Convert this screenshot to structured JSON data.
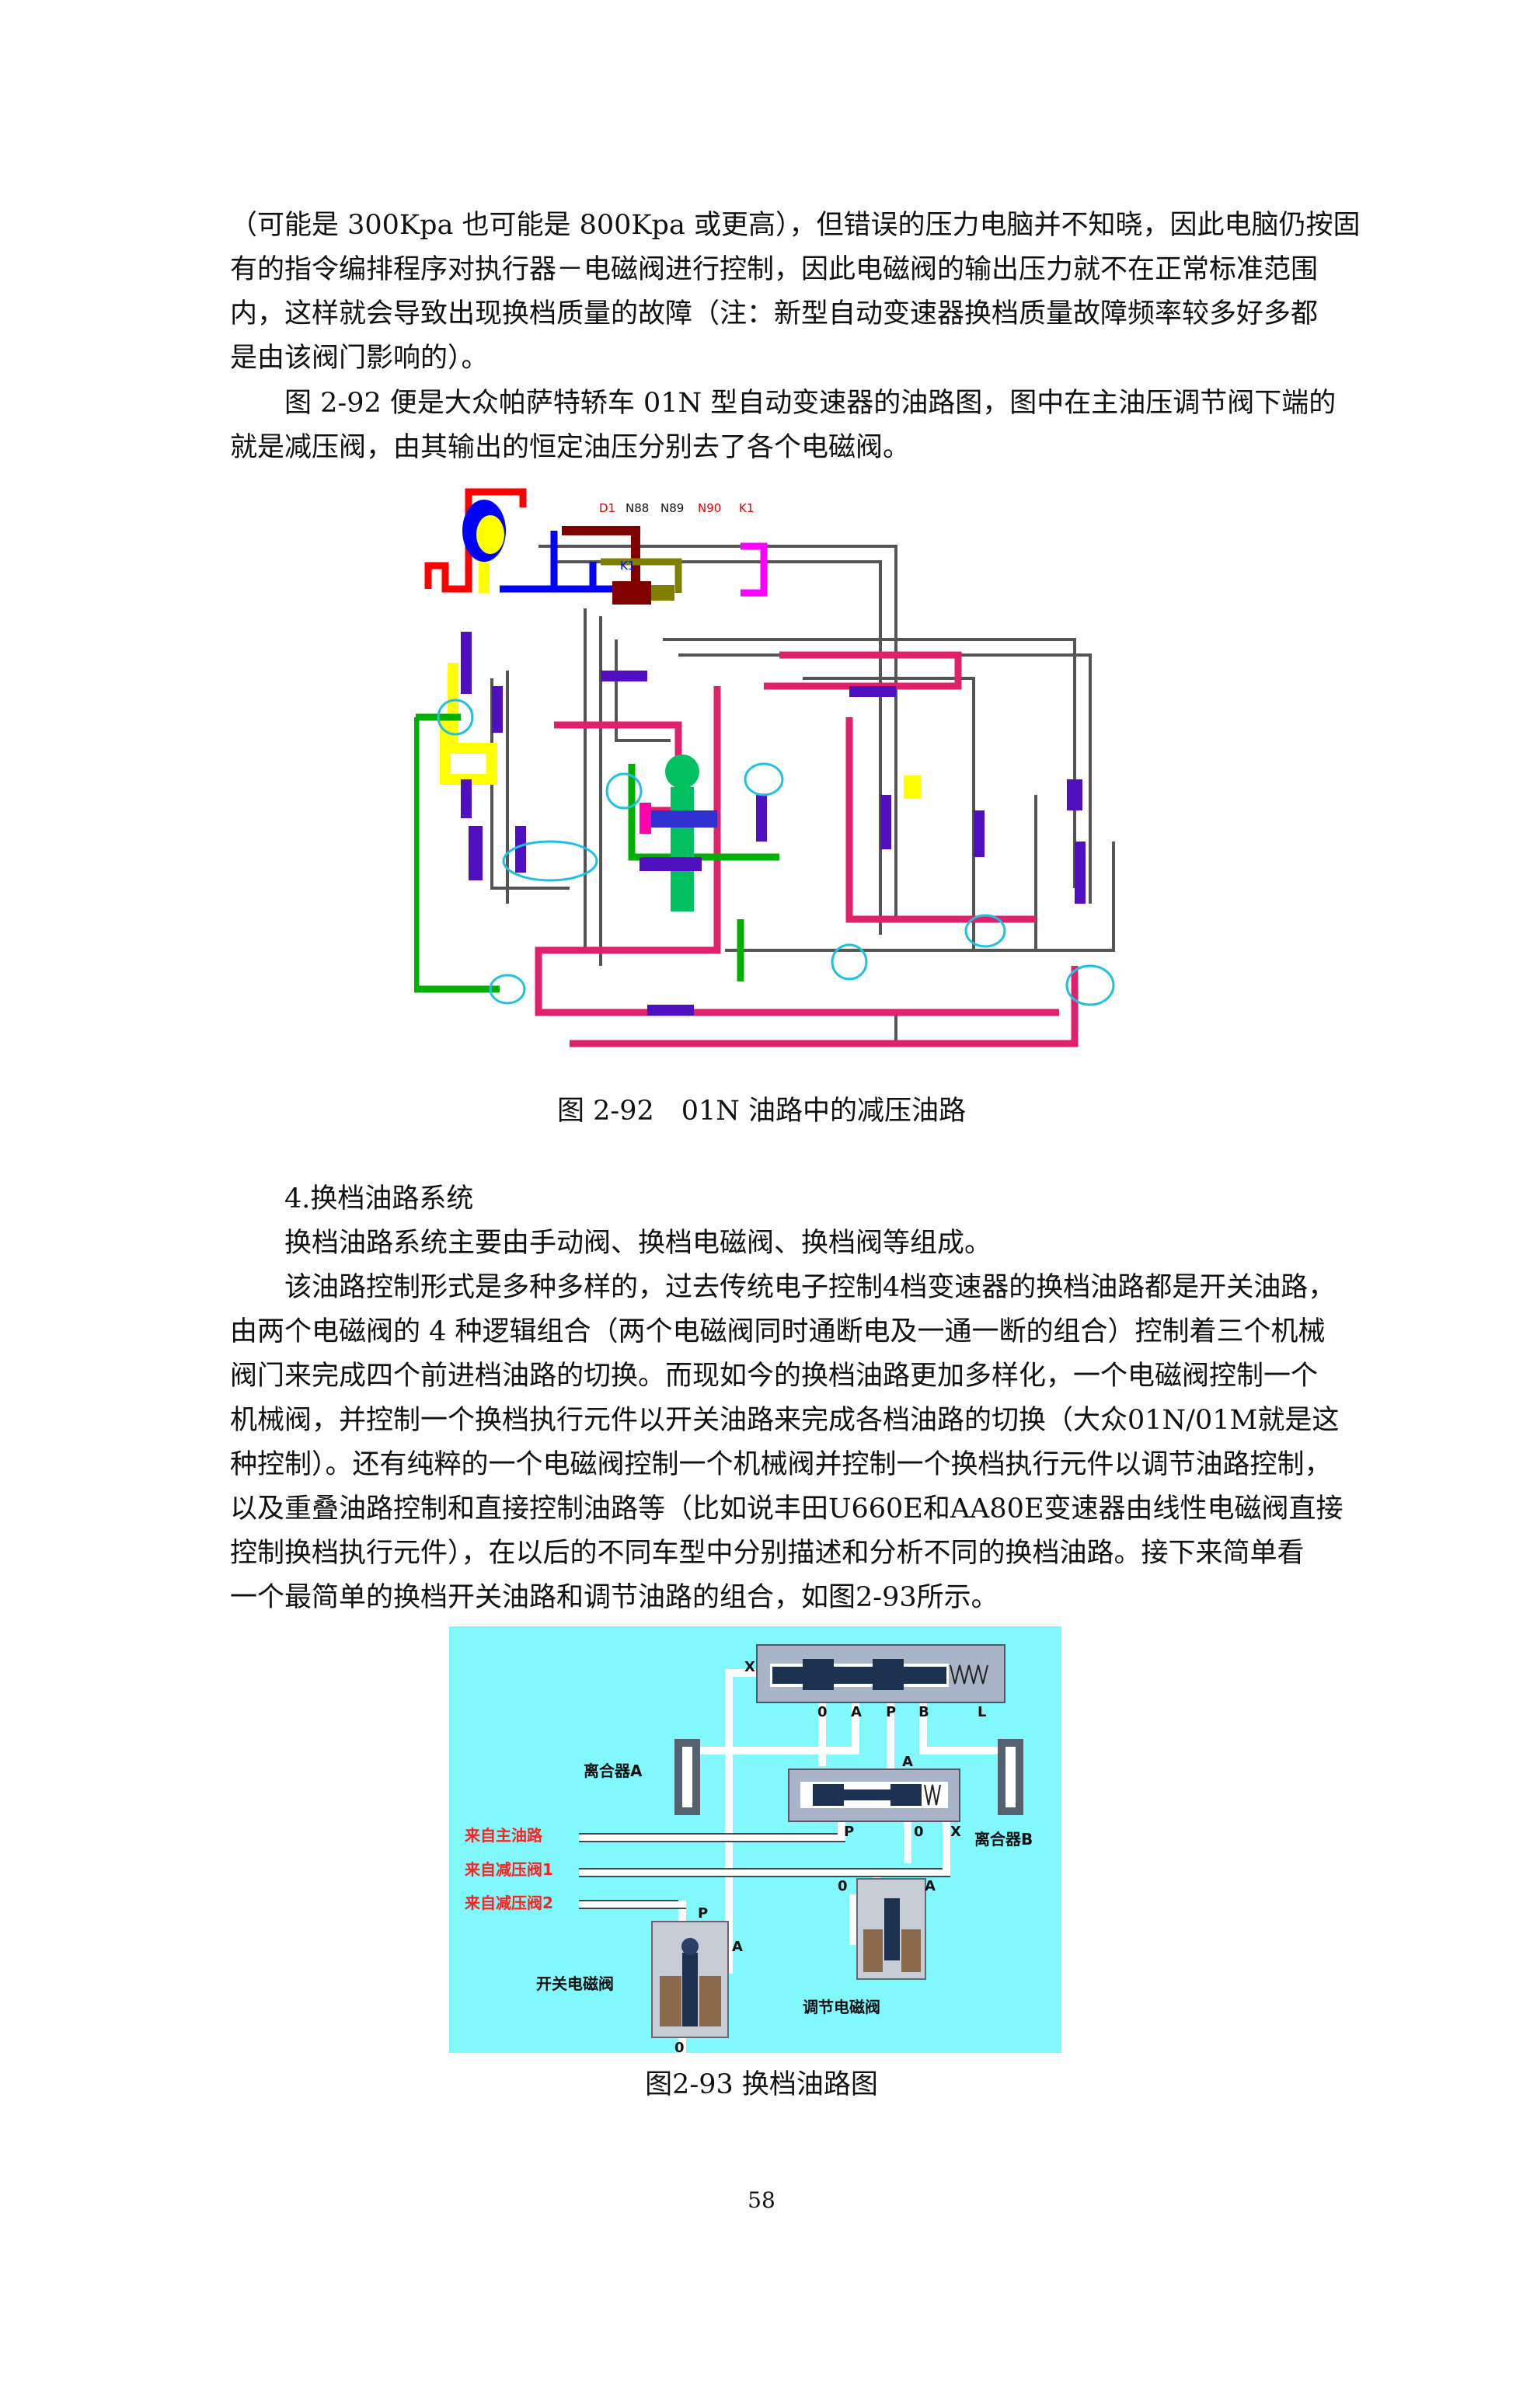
{
  "paragraph1": {
    "lines": [
      "（可能是 300Kpa 也可能是 800Kpa 或更高），但错误的压力电脑并不知晓，因此电脑仍按固",
      "有的指令编排程序对执行器－电磁阀进行控制，因此电磁阀的输出压力就不在正常标准范围",
      "内，这样就会导致出现换档质量的故障（注：新型自动变速器换档质量故障频率较多好多都",
      "是由该阀门影响的）。"
    ]
  },
  "paragraph2": {
    "lines": [
      "图 2-92 便是大众帕萨特轿车 01N 型自动变速器的油路图，图中在主油压调节阀下端的",
      "就是减压阀，由其输出的恒定油压分别去了各个电磁阀。"
    ]
  },
  "figure1": {
    "labels": [
      "D1",
      "N88",
      "N89",
      "N90",
      "K1"
    ],
    "inner_label": "K1",
    "caption": "图 2-92　01N 油路中的减压油路"
  },
  "section": {
    "heading": "4.换档油路系统",
    "paragraph1": "换档油路系统主要由手动阀、换档电磁阀、换档阀等组成。",
    "paragraph2_lines": [
      "该油路控制形式是多种多样的，过去传统电子控制4档变速器的换档油路都是开关油路，",
      "由两个电磁阀的 4 种逻辑组合（两个电磁阀同时通断电及一通一断的组合）控制着三个机械",
      "阀门来完成四个前进档油路的切换。而现如今的换档油路更加多样化，一个电磁阀控制一个",
      "机械阀，并控制一个换档执行元件以开关油路来完成各档油路的切换（大众01N/01M就是这",
      "种控制）。还有纯粹的一个电磁阀控制一个机械阀并控制一个换档执行元件以调节油路控制，",
      "以及重叠油路控制和直接控制油路等（比如说丰田U660E和AA80E变速器由线性电磁阀直接",
      "控制换档执行元件），在以后的不同车型中分别描述和分析不同的换档油路。接下来简单看",
      "一个最简单的换档开关油路和调节油路的组合，如图2-93所示。"
    ]
  },
  "figure2": {
    "clutch_a": "离合器A",
    "clutch_b": "离合器B",
    "from_main": "来自主油路",
    "from_reducer1": "来自减压阀1",
    "from_reducer2": "来自减压阀2",
    "switch_solenoid": "开关电磁阀",
    "regulating_solenoid": "调节电磁阀",
    "ports_top": [
      "0",
      "A",
      "P",
      "B",
      "L"
    ],
    "port_x": "X",
    "port_a": "A",
    "port_p": "P",
    "port_0": "0",
    "caption": "图2-93  换档油路图",
    "colors": {
      "background": "#80f8fc",
      "label_red": "#ff2020"
    }
  },
  "page_number": "58"
}
